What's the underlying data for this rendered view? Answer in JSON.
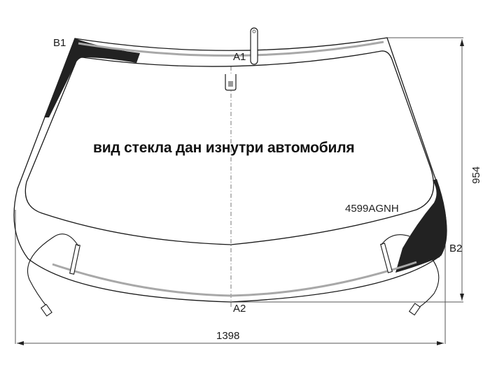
{
  "diagram": {
    "title": "вид стекла дан изнутри автомобиля",
    "part_code": "4599AGNH",
    "labels": {
      "b1": "B1",
      "b2": "B2",
      "a1": "A1",
      "a2": "A2"
    },
    "dimensions": {
      "width": "1398",
      "height": "954"
    },
    "colors": {
      "line": "#1a1a1a",
      "black_band": "#222222",
      "gray_strip": "#a8a8a8",
      "background": "#ffffff"
    }
  }
}
